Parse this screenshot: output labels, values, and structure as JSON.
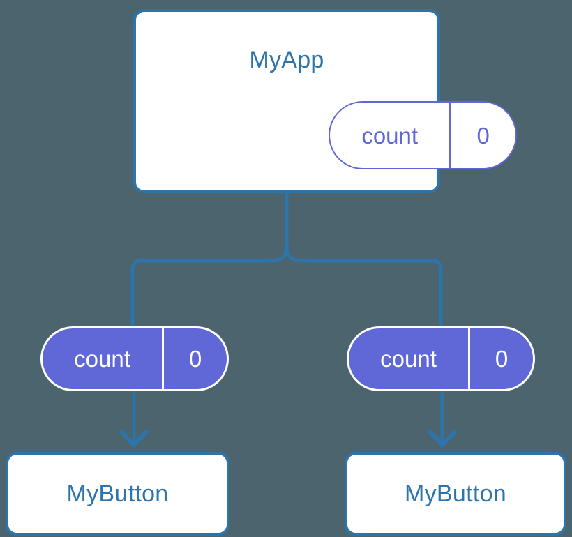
{
  "diagram": {
    "title_node": {
      "name": "MyApp",
      "state": {
        "label": "count",
        "value": "0"
      }
    },
    "props_pills": [
      {
        "label": "count",
        "value": "0"
      },
      {
        "label": "count",
        "value": "0"
      }
    ],
    "child_nodes": [
      {
        "name": "MyButton"
      },
      {
        "name": "MyButton"
      }
    ],
    "colors": {
      "background": "#4c646e",
      "edge_blue": "#2d74ab",
      "component_border": "#2d74ab",
      "component_text": "#2d74ab",
      "pill_purple": "#6068d8",
      "pill_text_on_fill": "#ffffff",
      "card_fill": "#ffffff"
    }
  }
}
